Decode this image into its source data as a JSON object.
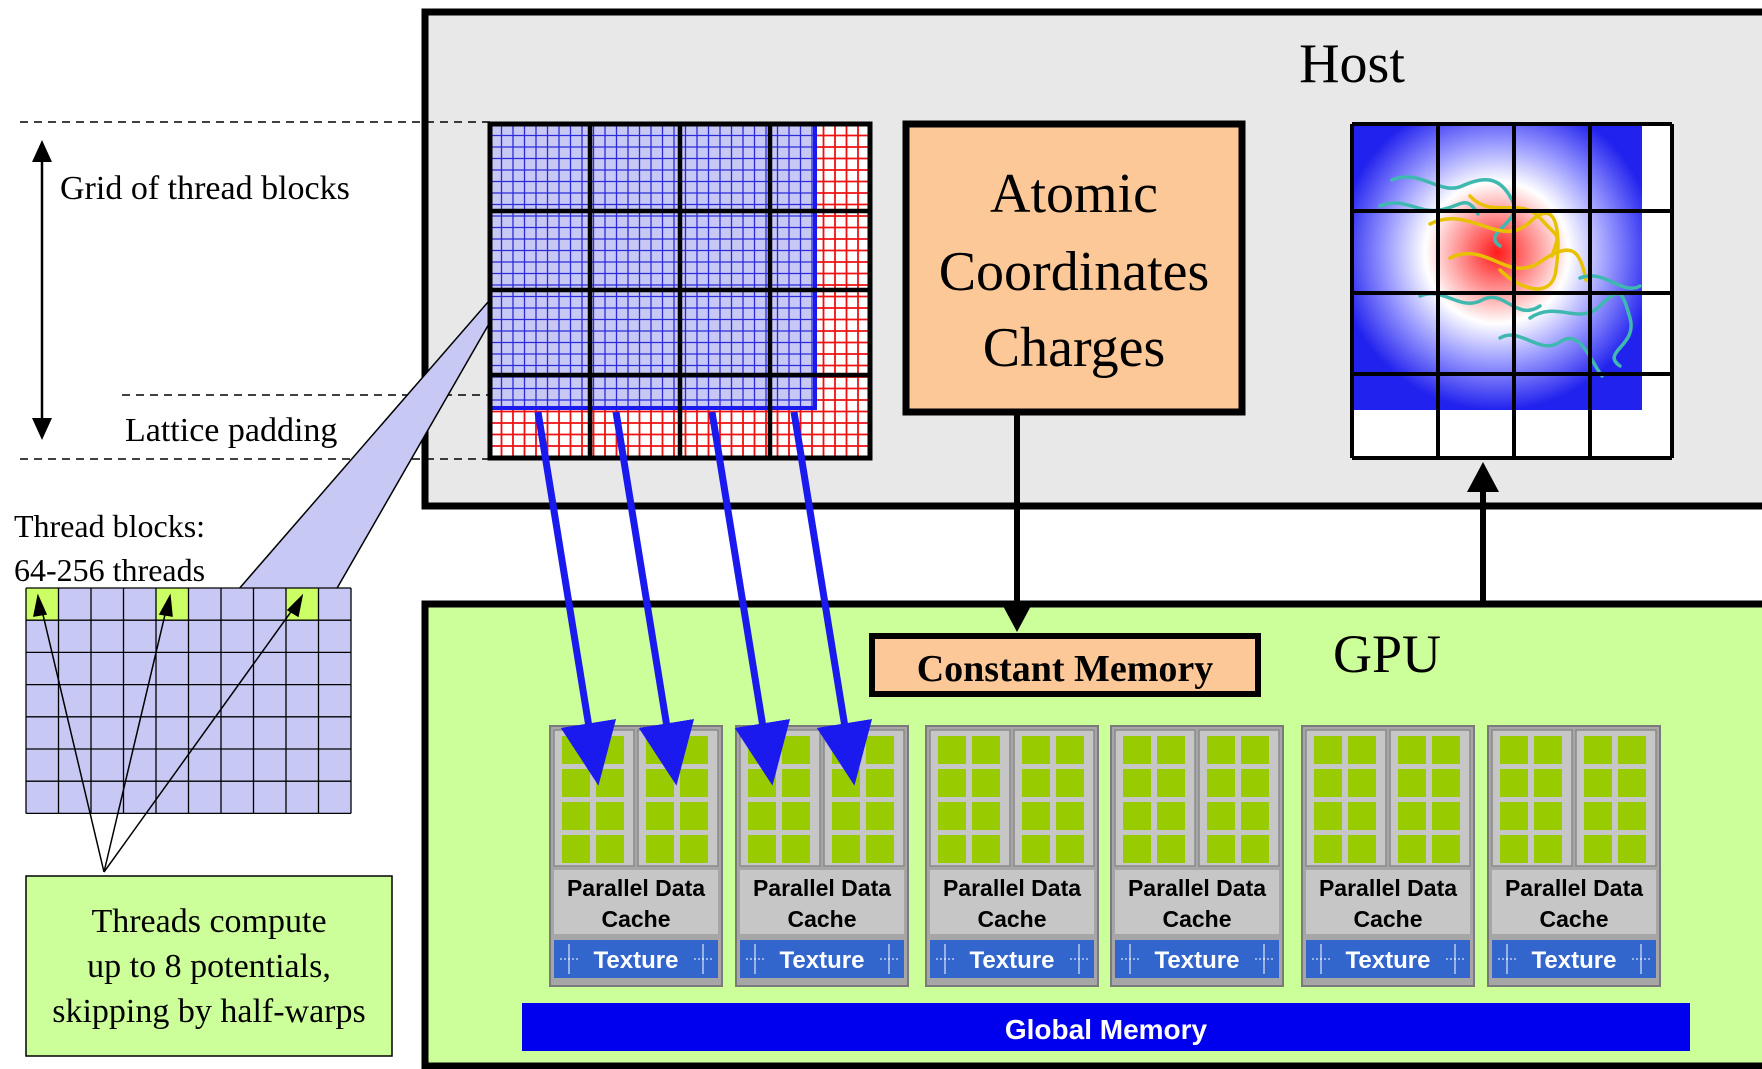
{
  "host": {
    "label": "Host"
  },
  "gpu": {
    "label": "GPU"
  },
  "atomic_box": {
    "lines": [
      "Atomic",
      "Coordinates",
      "Charges"
    ]
  },
  "constant_memory": {
    "label": "Constant Memory"
  },
  "global_memory": {
    "label": "Global Memory"
  },
  "left_annotations": {
    "grid_label": "Grid of thread blocks",
    "padding_label": "Lattice padding",
    "thread_blocks_line1": "Thread blocks:",
    "thread_blocks_line2": "64-256 threads",
    "threads_note": [
      "Threads compute",
      "up to 8 potentials,",
      "skipping by half-warps"
    ]
  },
  "multiprocessor": {
    "count": 6,
    "cache_line1": "Parallel Data",
    "cache_line2": "Cache",
    "texture_label": "Texture"
  },
  "colors": {
    "host_bg": "#e8e8e8",
    "gpu_bg": "#ccff99",
    "atomic_bg": "#fcc898",
    "global_memory": "#0000ee",
    "arrow_blue": "#1a1aee",
    "core_green": "#99cc00",
    "grid_blue_fill": "#c8c8f4",
    "padding_red": "#ee1111",
    "texture_blue": "#3366cc"
  },
  "icons": [
    "up-arrow-icon",
    "down-arrow-icon",
    "molecule-image"
  ]
}
